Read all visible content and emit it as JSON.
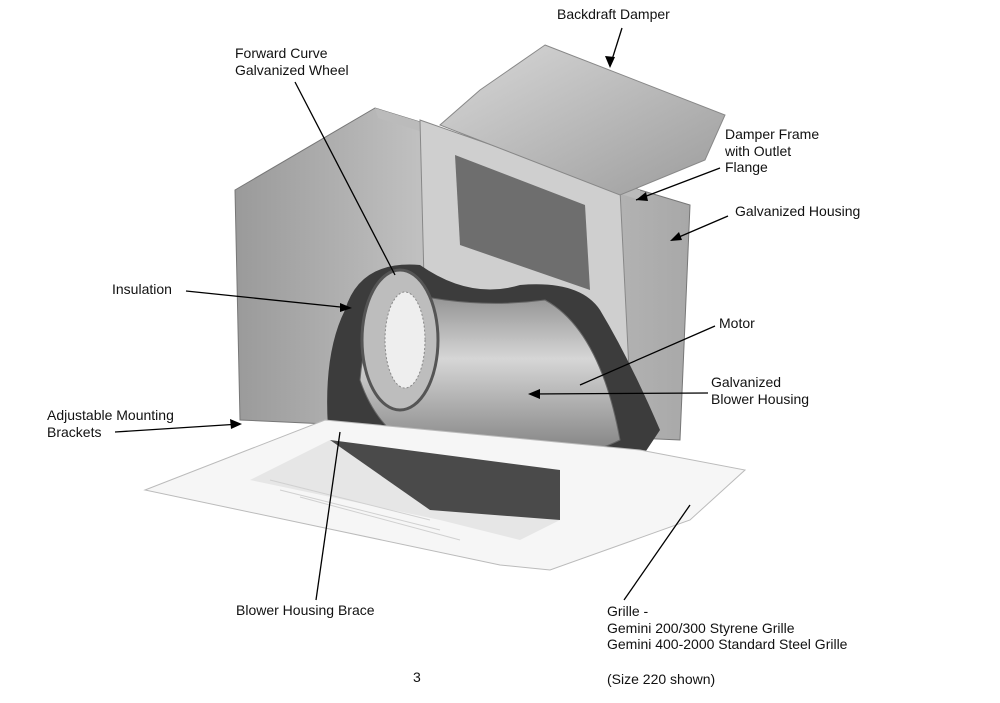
{
  "labels": {
    "backdraft_damper": "Backdraft Damper",
    "forward_curve": [
      "Forward Curve",
      "Galvanized Wheel"
    ],
    "damper_frame": [
      "Damper Frame",
      "with Outlet",
      "Flange"
    ],
    "galvanized_housing": "Galvanized Housing",
    "insulation": "Insulation",
    "motor": "Motor",
    "blower_housing": [
      "Galvanized",
      "Blower Housing"
    ],
    "mounting_brackets": [
      "Adjustable Mounting",
      "Brackets"
    ],
    "housing_brace": "Blower Housing Brace",
    "grille": [
      "Grille -",
      "Gemini 200/300 Styrene Grille",
      "Gemini 400-2000 Standard Steel Grille"
    ],
    "size_note": "(Size 220 shown)"
  },
  "page_number": "3"
}
